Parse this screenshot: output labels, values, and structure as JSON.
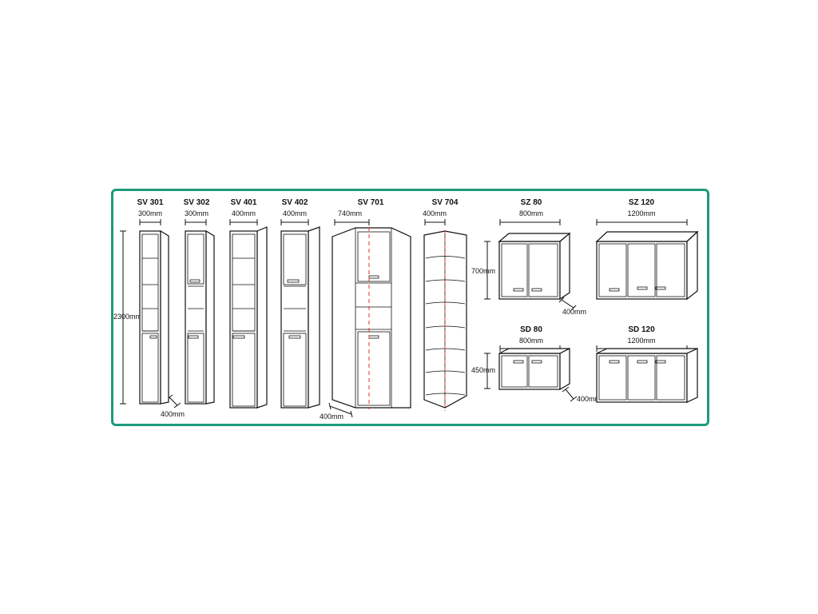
{
  "diagram": {
    "frame_color": "#1c9a7c",
    "cut_line_color": "#e03030",
    "units": {
      "d300": "300mm",
      "d400": "400mm",
      "d740": "740mm",
      "d800": "800mm",
      "d1200": "1200mm",
      "h2300": "2300mm",
      "h700": "700mm",
      "h450": "450mm"
    },
    "items": [
      {
        "code": "SV 301",
        "width": "300mm"
      },
      {
        "code": "SV 302",
        "width": "300mm"
      },
      {
        "code": "SV 401",
        "width": "400mm"
      },
      {
        "code": "SV 402",
        "width": "400mm"
      },
      {
        "code": "SV 701",
        "width": "740mm"
      },
      {
        "code": "SV 704",
        "width": "400mm"
      },
      {
        "code": "SZ 80",
        "width": "800mm"
      },
      {
        "code": "SZ 120",
        "width": "1200mm"
      },
      {
        "code": "SD 80",
        "width": "800mm"
      },
      {
        "code": "SD 120",
        "width": "1200mm"
      }
    ]
  }
}
